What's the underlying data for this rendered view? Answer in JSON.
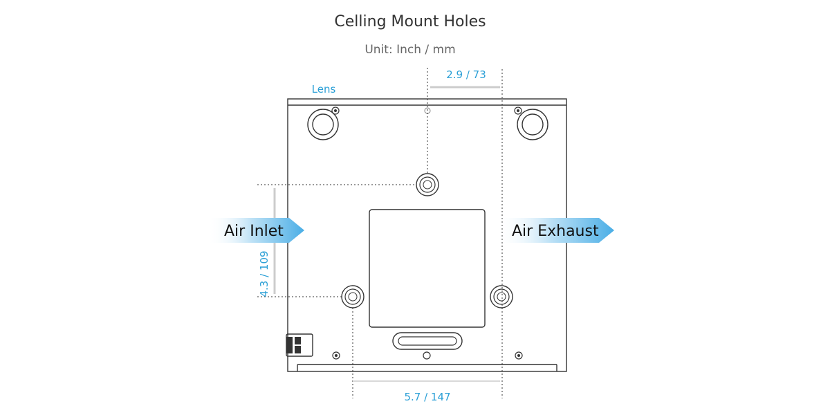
{
  "title": "Celling Mount Holes",
  "subtitle": "Unit: Inch / mm",
  "lens_label": "Lens",
  "dimensions": {
    "top": "2.9 / 73",
    "side": "4.3 / 109",
    "bottom": "5.7 / 147"
  },
  "air_inlet": "Air Inlet",
  "air_exhaust": "Air Exhaust",
  "colors": {
    "accent": "#2a9fd6",
    "arrow_fill": "#4aaee6",
    "outline": "#333333",
    "dim_bar": "#cccccc"
  }
}
